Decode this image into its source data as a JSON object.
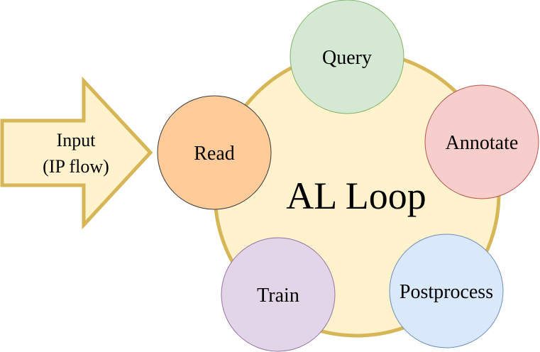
{
  "input_arrow": {
    "line1": "Input",
    "line2": "(IP flow)",
    "fill": "#fff2cc",
    "stroke": "#d6b656"
  },
  "loop": {
    "label": "AL Loop",
    "fill": "#fff2cc",
    "stroke": "#d6b656",
    "label_color": "#938d32"
  },
  "stages": [
    {
      "id": "read",
      "label": "Read",
      "fill": "#ffcc99",
      "stroke": "#36393d"
    },
    {
      "id": "query",
      "label": "Query",
      "fill": "#d5e8d4",
      "stroke": "#82b366"
    },
    {
      "id": "annotate",
      "label": "Annotate",
      "fill": "#f8cecc",
      "stroke": "#b85450"
    },
    {
      "id": "postprocess",
      "label": "Postprocess",
      "fill": "#dae8fc",
      "stroke": "#6c8ebf"
    },
    {
      "id": "train",
      "label": "Train",
      "fill": "#e1d5e7",
      "stroke": "#9673a6"
    }
  ]
}
